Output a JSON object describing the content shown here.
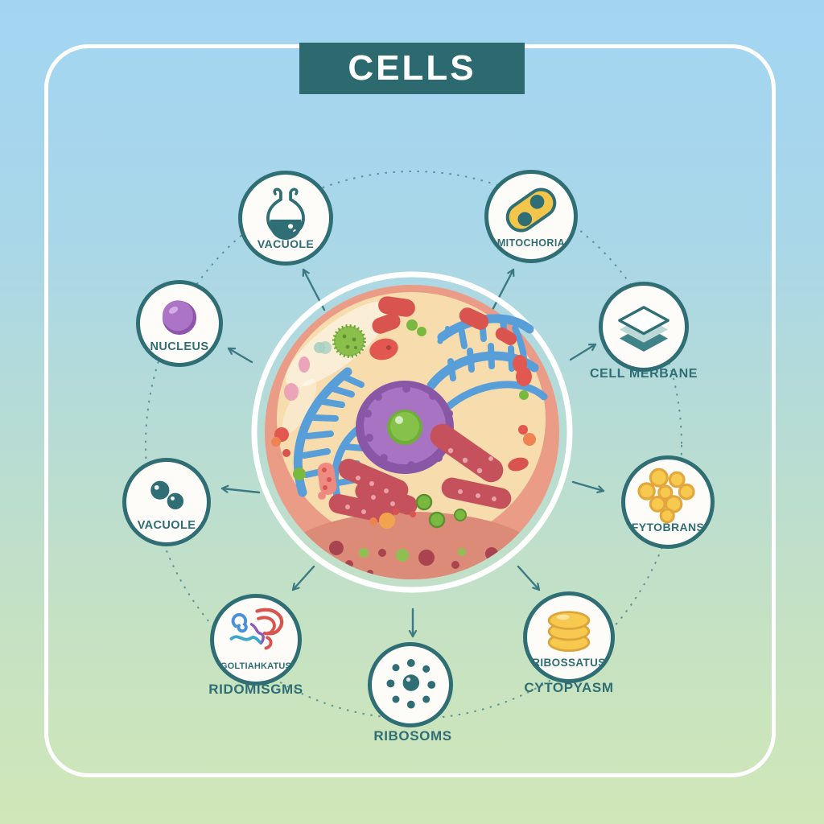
{
  "title": "CELLS",
  "banner": {
    "background": "#2c6a70",
    "text_color": "#ffffff"
  },
  "colors": {
    "teal": "#2f6e74",
    "arrow": "#3b7a82",
    "background_top": "#a3d5f3",
    "background_bottom": "#d0e7b8",
    "frame_border": "#ffffff",
    "cell_membrane_salmon": "#ea9c87",
    "cell_cytoplasm_cream": "#f7dcae",
    "nucleus_purple": "#a873c2",
    "nucleolus_green": "#7db53e",
    "er_blue": "#589ed8",
    "organelle_red": "#c4515c",
    "granule_yellow": "#f7ca4f"
  },
  "nodes": [
    {
      "id": "vacuole-flask",
      "icon": "flask-icon",
      "label": "VACUOLE",
      "label_placement": "inside"
    },
    {
      "id": "mitochondria",
      "icon": "mitochondria-icon",
      "label": "MITOCHORIA",
      "label_placement": "inside"
    },
    {
      "id": "nucleus",
      "icon": "nucleus-sphere-icon",
      "label": "NUCLEUS",
      "label_placement": "inside"
    },
    {
      "id": "cell-membrane",
      "icon": "membrane-layers-icon",
      "label": "CELL MERBANE",
      "label_placement": "below"
    },
    {
      "id": "vacuole-dots",
      "icon": "two-vesicles-icon",
      "label": "VACUOLE",
      "label_placement": "inside"
    },
    {
      "id": "phytobrans",
      "icon": "granule-cluster-icon",
      "label": "FYTOBRANS",
      "label_placement": "inside"
    },
    {
      "id": "golgi-apparatus",
      "icon": "golgi-swirls-icon",
      "label": "GOLTIAHKATUS",
      "sub_label": "RIDOMISGMS",
      "label_placement": "inside+below"
    },
    {
      "id": "ribosome-stack",
      "icon": "disc-stack-icon",
      "label": "RIBOSSATUS",
      "sub_label": "CYTOPYASM",
      "label_placement": "inside+below"
    },
    {
      "id": "ribosomes",
      "icon": "ribosome-dots-icon",
      "label": "RIBOSOMS",
      "label_placement": "below"
    }
  ]
}
